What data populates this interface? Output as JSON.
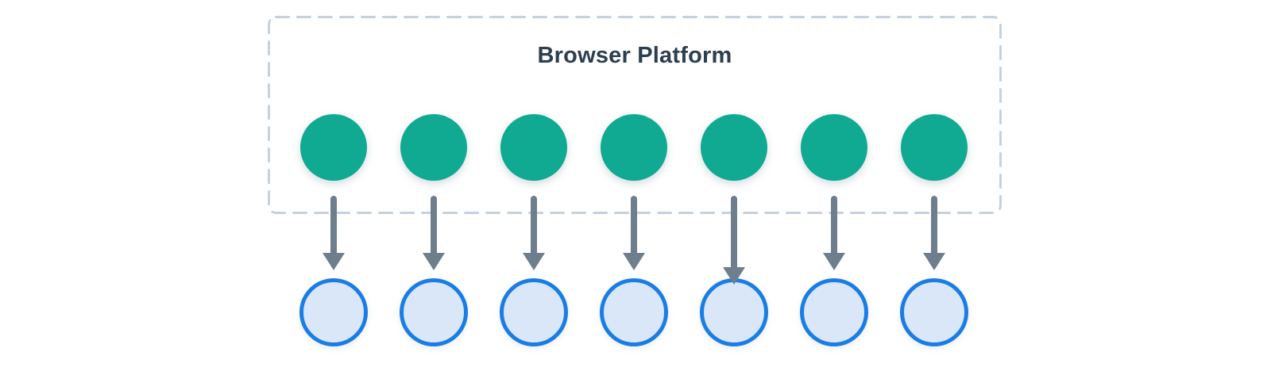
{
  "diagram": {
    "title": "Browser Platform"
  },
  "colors": {
    "background": "#ffffff",
    "box_border": "#c5d1de",
    "title_text": "#2c3e50",
    "platform_node": "#0faa91",
    "arrow": "#6e7e8d",
    "endpoint_fill": "#d9e7f8",
    "endpoint_border": "#1a7de5"
  },
  "nodes": {
    "platform_count": 7,
    "endpoint_count": 7,
    "columns": [
      {
        "arrow": "short"
      },
      {
        "arrow": "short"
      },
      {
        "arrow": "short"
      },
      {
        "arrow": "short"
      },
      {
        "arrow": "long"
      },
      {
        "arrow": "short"
      },
      {
        "arrow": "short"
      }
    ]
  }
}
